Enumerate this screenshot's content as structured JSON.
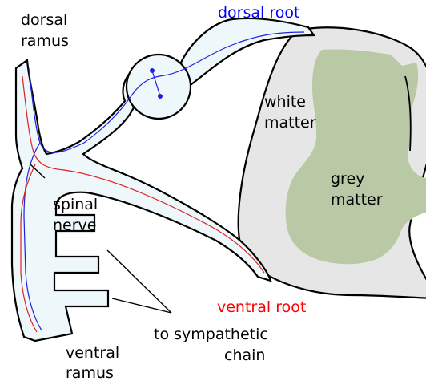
{
  "labels": {
    "dorsal_ramus": [
      "dorsal",
      "ramus"
    ],
    "dorsal_root": "dorsal root",
    "white_matter": [
      "white",
      "matter"
    ],
    "grey_matter": [
      "grey",
      "matter"
    ],
    "spinal_nerve": [
      "spinal",
      "nerve"
    ],
    "ventral_root": "ventral root",
    "to_sympathetic_chain": [
      "to sympathetic",
      "chain"
    ],
    "ventral_ramus": [
      "ventral",
      "ramus"
    ]
  },
  "colors": {
    "nerve_fill": "#eef7fa",
    "cord_fill": "#e6e6e6",
    "grey_matter_fill": "#b9c9a5",
    "sensory_fiber": "#2020e0",
    "motor_fiber": "#e02020",
    "outline": "#000000",
    "dorsal_root_text": "#0000ff",
    "ventral_root_text": "#ff0000"
  }
}
